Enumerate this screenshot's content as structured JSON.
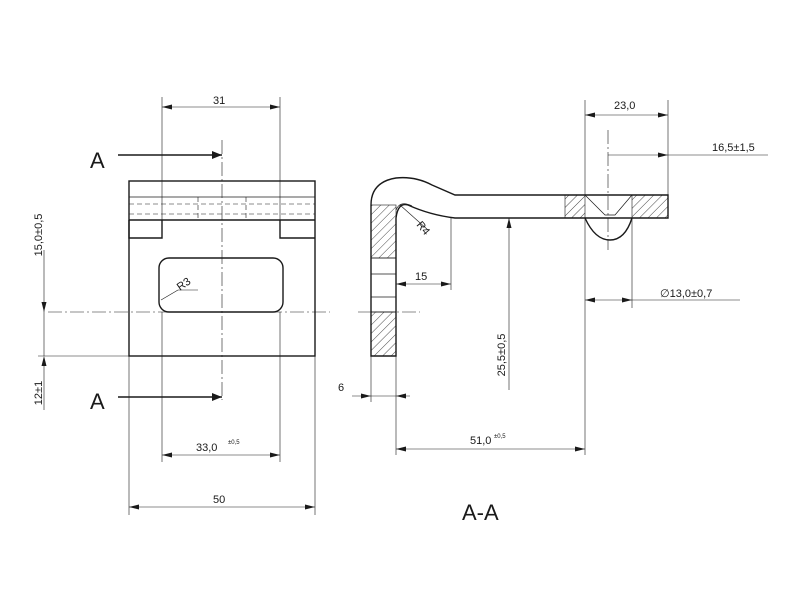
{
  "front_view": {
    "section_marker_top": "A",
    "section_marker_bottom": "A",
    "dim_top_width": "31",
    "dim_height_upper": "15,0±0,5",
    "dim_height_lower": "12±1",
    "dim_slot_radius": "R3",
    "dim_slot_width": "33,0",
    "dim_slot_width_tol": "±0,5",
    "dim_overall_width": "50"
  },
  "section_view": {
    "title": "A-A",
    "dim_top": "23,0",
    "dim_hole_offset": "16,5±1,5",
    "dim_bend_radius": "R4",
    "dim_inner_15": "15",
    "dim_hole_diameter": "∅13,0±0,7",
    "dim_height": "25,5±0,5",
    "dim_thickness": "6",
    "dim_length": "51,0",
    "dim_length_tol": "±0,5"
  }
}
